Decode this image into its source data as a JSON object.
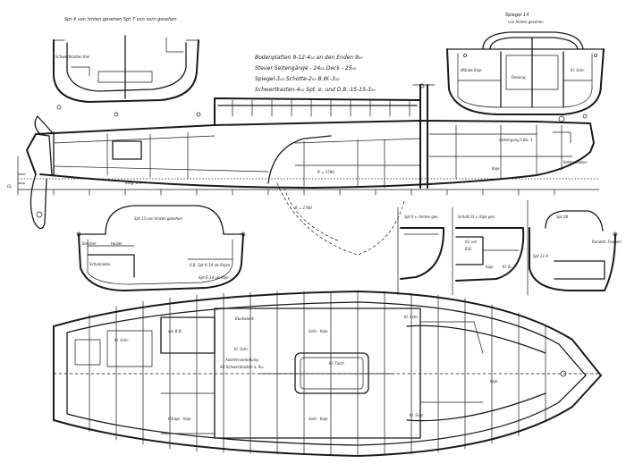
{
  "notes": {
    "line1": "Bodenplatten 9-12-4₀₀ an den Enden 9₀₀",
    "line2": "Steuer Seitengänge - 24₀₀ Deck - 25₀₀",
    "line3": "Spiegel-3₀₀  Schotte-2₀₀ B.W.-3₀₀",
    "line4": "Schwertkasten-4₀₀ Spt. e. und D.B.-15-15-3₀₀"
  },
  "sections": {
    "top_left_caption": "Spt 4 von hinten gesehen   Spt 7 von vorn gesehen",
    "top_left_label": "Schwertkasten Kiel",
    "top_right_title": "Spiegel 14",
    "top_right_sub": "von hinten gesehen",
    "top_right_left": "Wände Kaje",
    "top_right_mid": "Dielung",
    "top_right_right": "Kl. Schr.",
    "mid_left_title": "Spt 13 von hinten gesehen",
    "mid_left_l1": "Brecher",
    "mid_left_l2": "Heizer",
    "mid_left_l3": "Schubladen",
    "mid_left_l4": "S.B. Spt 8-14 als Kojen",
    "mid_left_l5": "Spt 6-14 als Koje",
    "sec_a_title": "Spt 0 v. hinten ges.",
    "sec_b_title": "Schott St v. Koje ges.",
    "sec_b_l1": "für vor",
    "sec_b_l2": "B.B.",
    "sec_b_l3": "Kaje",
    "sec_b_l4": "Kl. B.",
    "sec_c_title": "Spt 28",
    "sec_c_l1": "Spt 11-X",
    "sec_c_l2": "Randstr. Flossen"
  },
  "profile": {
    "radius_note": "R = 1590",
    "radius2": "R = 1500",
    "label_kaje": "Koje",
    "label_fender": "Seitengang F.Bo. 3",
    "label_kettenkasten": "Kettenkasten",
    "label_sp": "Steg. 0-5",
    "label_gl": "GL"
  },
  "plan": {
    "kl_schr": "Kl. Schr.",
    "vor_bb": "vor B.B.",
    "bootsdeck": "Bootsdeck",
    "sofa_koje": "Sofa - Koje",
    "kl_tisch": "Kl. Tisch",
    "kl_schr2": "Kl. Schr.",
    "schwert_note1": "Anlieferverleihung",
    "schwert_note2": "für Schwertkasten a. 4₀₀",
    "hanger_koje": "Hänge - Koje",
    "sofa_koje2": "Sofa - Koje",
    "kl_schr3": "Kl. Schr.",
    "koje": "Koje",
    "kl_schr4": "Kl. Schr."
  }
}
